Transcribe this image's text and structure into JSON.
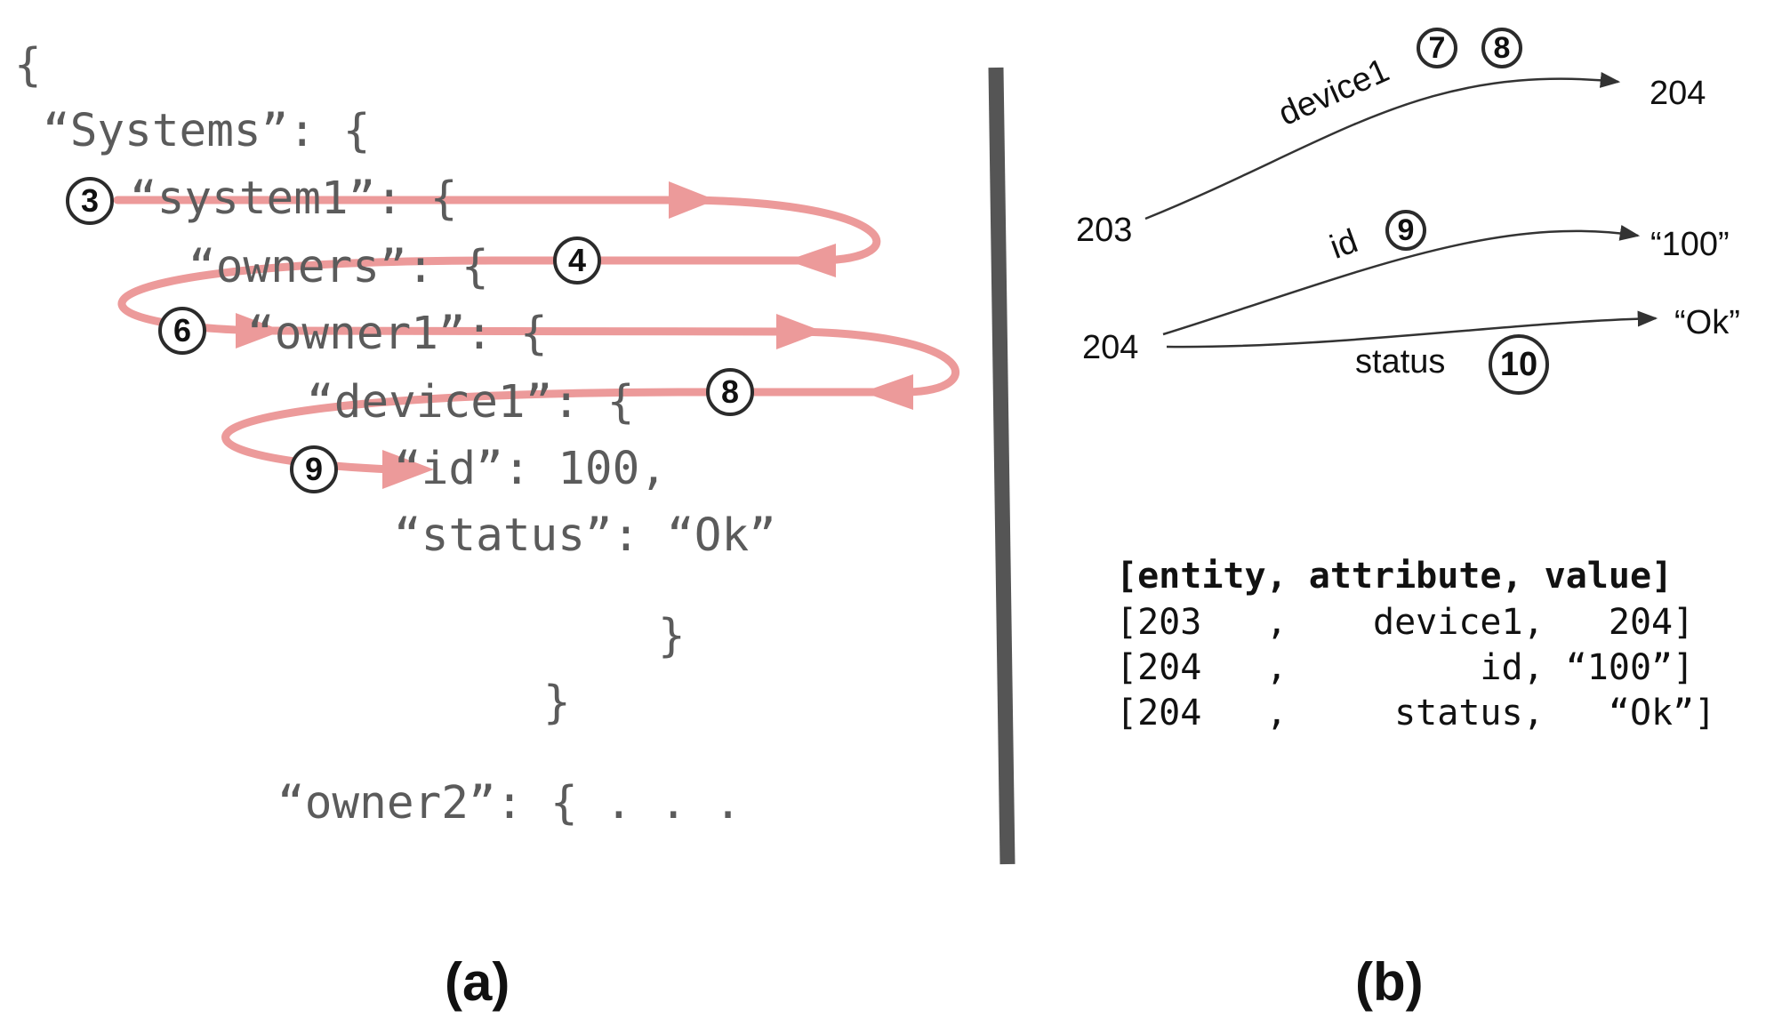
{
  "panel_a": {
    "code_lines": [
      "{",
      "“Systems”: {",
      "“system1”: {",
      "“owners”: {",
      "“owner1”: {",
      "“device1”: {",
      "“id”: 100,",
      "“status”: “Ok”",
      "}",
      "}",
      "“owner2”: { . . ."
    ],
    "badges": [
      "3",
      "4",
      "6",
      "8",
      "9"
    ],
    "arrow_color": "#ec9a9a",
    "caption": "(a)"
  },
  "panel_b": {
    "badges": [
      "7",
      "8",
      "9",
      "10"
    ],
    "nodes": {
      "n203": "203",
      "n204_left": "204",
      "n204_right": "204",
      "v100": "“100”",
      "vok": "“Ok”"
    },
    "edges": {
      "device1": "device1",
      "id": "id",
      "status": "status"
    },
    "table": {
      "header": "[entity, attribute, value]",
      "rows": [
        "[203   ,    device1,   204]",
        "[204   ,         id, “100”]",
        "[204   ,     status,   “Ok”]"
      ]
    },
    "caption": "(b)"
  },
  "divider_color": "#555555"
}
